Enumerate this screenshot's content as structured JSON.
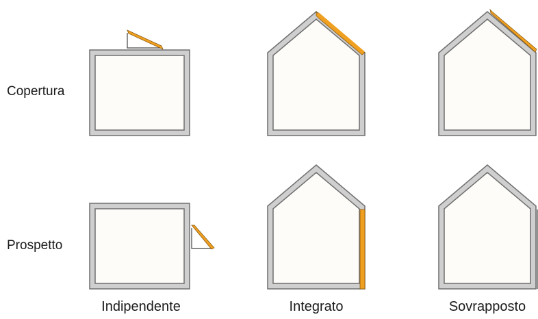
{
  "rows": [
    {
      "label": "Copertura"
    },
    {
      "label": "Prospetto"
    }
  ],
  "columns": [
    {
      "label": "Indipendente"
    },
    {
      "label": "Integrato"
    },
    {
      "label": "Sovrapposto"
    }
  ],
  "colors": {
    "wall_outer": "#6f6f6f",
    "wall_fill": "#cfcfcf",
    "interior": "#fdfcf8",
    "panel": "#f0a020",
    "panel_outline": "#8a5a10",
    "support": "#444444"
  }
}
